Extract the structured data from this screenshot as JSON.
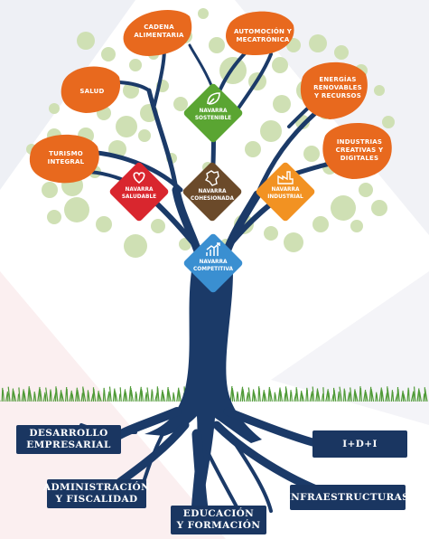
{
  "colors": {
    "trunk": "#1b3a68",
    "leaf_orange": "#e8691e",
    "bubble_green": "#cfe0b4",
    "grass": "#4f9a37",
    "box_navy": "#1a3661",
    "sostenible": "#5aa532",
    "saludable": "#d9262e",
    "cohesionada": "#6b4a2a",
    "industrial": "#f29222",
    "competitiva": "#3a8fd1"
  },
  "leaves": [
    {
      "id": "cadena",
      "lines": [
        "CADENA",
        "ALIMENTARIA"
      ]
    },
    {
      "id": "automocion",
      "lines": [
        "AUTOMOCIÓN Y",
        "MECATRÓNICA"
      ]
    },
    {
      "id": "salud",
      "lines": [
        "SALUD"
      ]
    },
    {
      "id": "energias",
      "lines": [
        "ENERGÍAS",
        "RENOVABLES",
        "Y RECURSOS"
      ]
    },
    {
      "id": "industrias",
      "lines": [
        "INDUSTRIAS",
        "CREATIVAS Y",
        "DIGITALES"
      ]
    },
    {
      "id": "turismo",
      "lines": [
        "TURISMO",
        "INTEGRAL"
      ]
    }
  ],
  "diamonds": [
    {
      "id": "sostenible",
      "icon": "leaf-icon",
      "lines": [
        "NAVARRA",
        "SOSTENIBLE"
      ]
    },
    {
      "id": "saludable",
      "icon": "heart-icon",
      "lines": [
        "NAVARRA",
        "SALUDABLE"
      ]
    },
    {
      "id": "cohesionada",
      "icon": "navarra-map-icon",
      "lines": [
        "NAVARRA",
        "COHESIONADA"
      ]
    },
    {
      "id": "industrial",
      "icon": "factory-icon",
      "lines": [
        "NAVARRA",
        "INDUSTRIAL"
      ]
    },
    {
      "id": "competitiva",
      "icon": "growth-chart-icon",
      "lines": [
        "NAVARRA",
        "COMPETITIVA"
      ]
    }
  ],
  "roots": [
    {
      "id": "desarrollo",
      "lines": [
        "DESARROLLO",
        "EMPRESARIAL"
      ]
    },
    {
      "id": "idi",
      "lines": [
        "I+D+I"
      ]
    },
    {
      "id": "administracion",
      "lines": [
        "ADMINISTRACIÓN",
        "Y FISCALIDAD"
      ]
    },
    {
      "id": "infraestructuras",
      "lines": [
        "INFRAESTRUCTURAS"
      ]
    },
    {
      "id": "educacion",
      "lines": [
        "EDUCACIÓN",
        "Y FORMACIÓN"
      ]
    }
  ]
}
